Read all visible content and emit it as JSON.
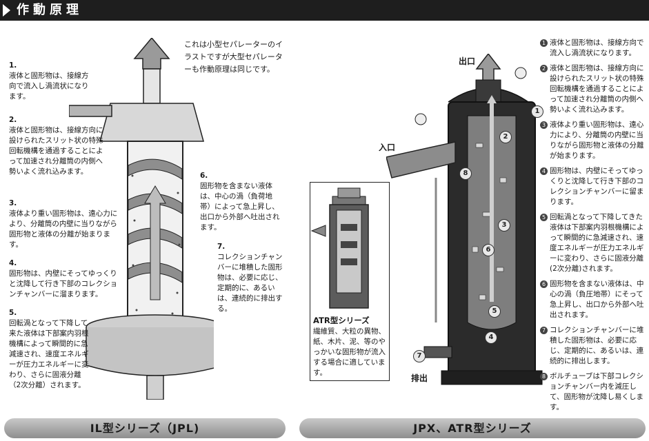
{
  "header": {
    "title": "作動原理"
  },
  "il": {
    "note": "これは小型セパレーターのイラストですが大型セパレーターも作動原理は同じです。",
    "steps": [
      {
        "num": "1.",
        "text": "液体と固形物は、接線方向で流入し渦流状になります。"
      },
      {
        "num": "2.",
        "text": "液体と固形物は、接線方向に設けられたスリット状の特殊回転機構を通過することによって加速され分離筒の内側へ勢いよく流れ込みます。"
      },
      {
        "num": "3.",
        "text": "液体より重い固形物は、遠心力により、分離筒の内壁に当りながら固形物と液体の分離が始まります。"
      },
      {
        "num": "4.",
        "text": "固形物は、内壁にそってゆっくりと沈降して行き下部のコレクションチャンバーに溜まります。"
      },
      {
        "num": "5.",
        "text": "回転渦となって下降して来た液体は下部案内羽根機構によって瞬間的に急減速され、速度エネルギーが圧力エネルギーに変わり、さらに固液分離（2次分離）されます。"
      },
      {
        "num": "6.",
        "text": "固形物を含まない液体は、中心の渦（負荷地帯）によって急上昇し、出口から外部へ吐出されます。"
      },
      {
        "num": "7.",
        "text": "コレクションチャンバーに堆積した固形物は、必要に応じ、定期的に、あるいは、連続的に排出する。"
      }
    ],
    "footer": "IL型シリーズ（JPL)"
  },
  "jpx": {
    "labels": {
      "outlet": "出口",
      "inlet": "入口",
      "drain": "排出"
    },
    "inset": {
      "title": "ATR型シリーズ",
      "text": "繊維質、大粒の異物、紙、木片、泥、等のやっかいな固形物が流入する場合に適しています。"
    },
    "steps": [
      {
        "num": "1",
        "text": "液体と固形物は、接線方向で流入し渦流状になります。"
      },
      {
        "num": "2",
        "text": "液体と固形物は、接線方向に設けられたスリット状の特殊回転機構を通過することによって加速され分離筒の内側へ勢いよく流れ込みます。"
      },
      {
        "num": "3",
        "text": "液体より重い固形物は、遠心力により、分離筒の内壁に当りながら固形物と液体の分離が始まります。"
      },
      {
        "num": "4",
        "text": "固形物は、内壁にそってゆっくりと沈降して行き下部のコレクションチャンバーに留まります。"
      },
      {
        "num": "5",
        "text": "回転渦となって下降してきた液体は下部案内羽根機構によって瞬間的に急減速され、速度エネルギーが圧力エネルギーに変わり、さらに固液分離(2次分離)されます。"
      },
      {
        "num": "6",
        "text": "固形物を含まない液体は、中心の渦（負圧地帯）にそって急上昇し、出口から外部へ吐出されます。"
      },
      {
        "num": "7",
        "text": "コレクションチャンバーに堆積した固形物は、必要に応じ、定期的に、あるいは、連続的に排出します。"
      },
      {
        "num": "8",
        "text": "ボルチューブは下部コレクションチャンバー内を減圧して、固形物が沈降し易くします。"
      }
    ],
    "footer": "JPX、ATR型シリーズ"
  }
}
